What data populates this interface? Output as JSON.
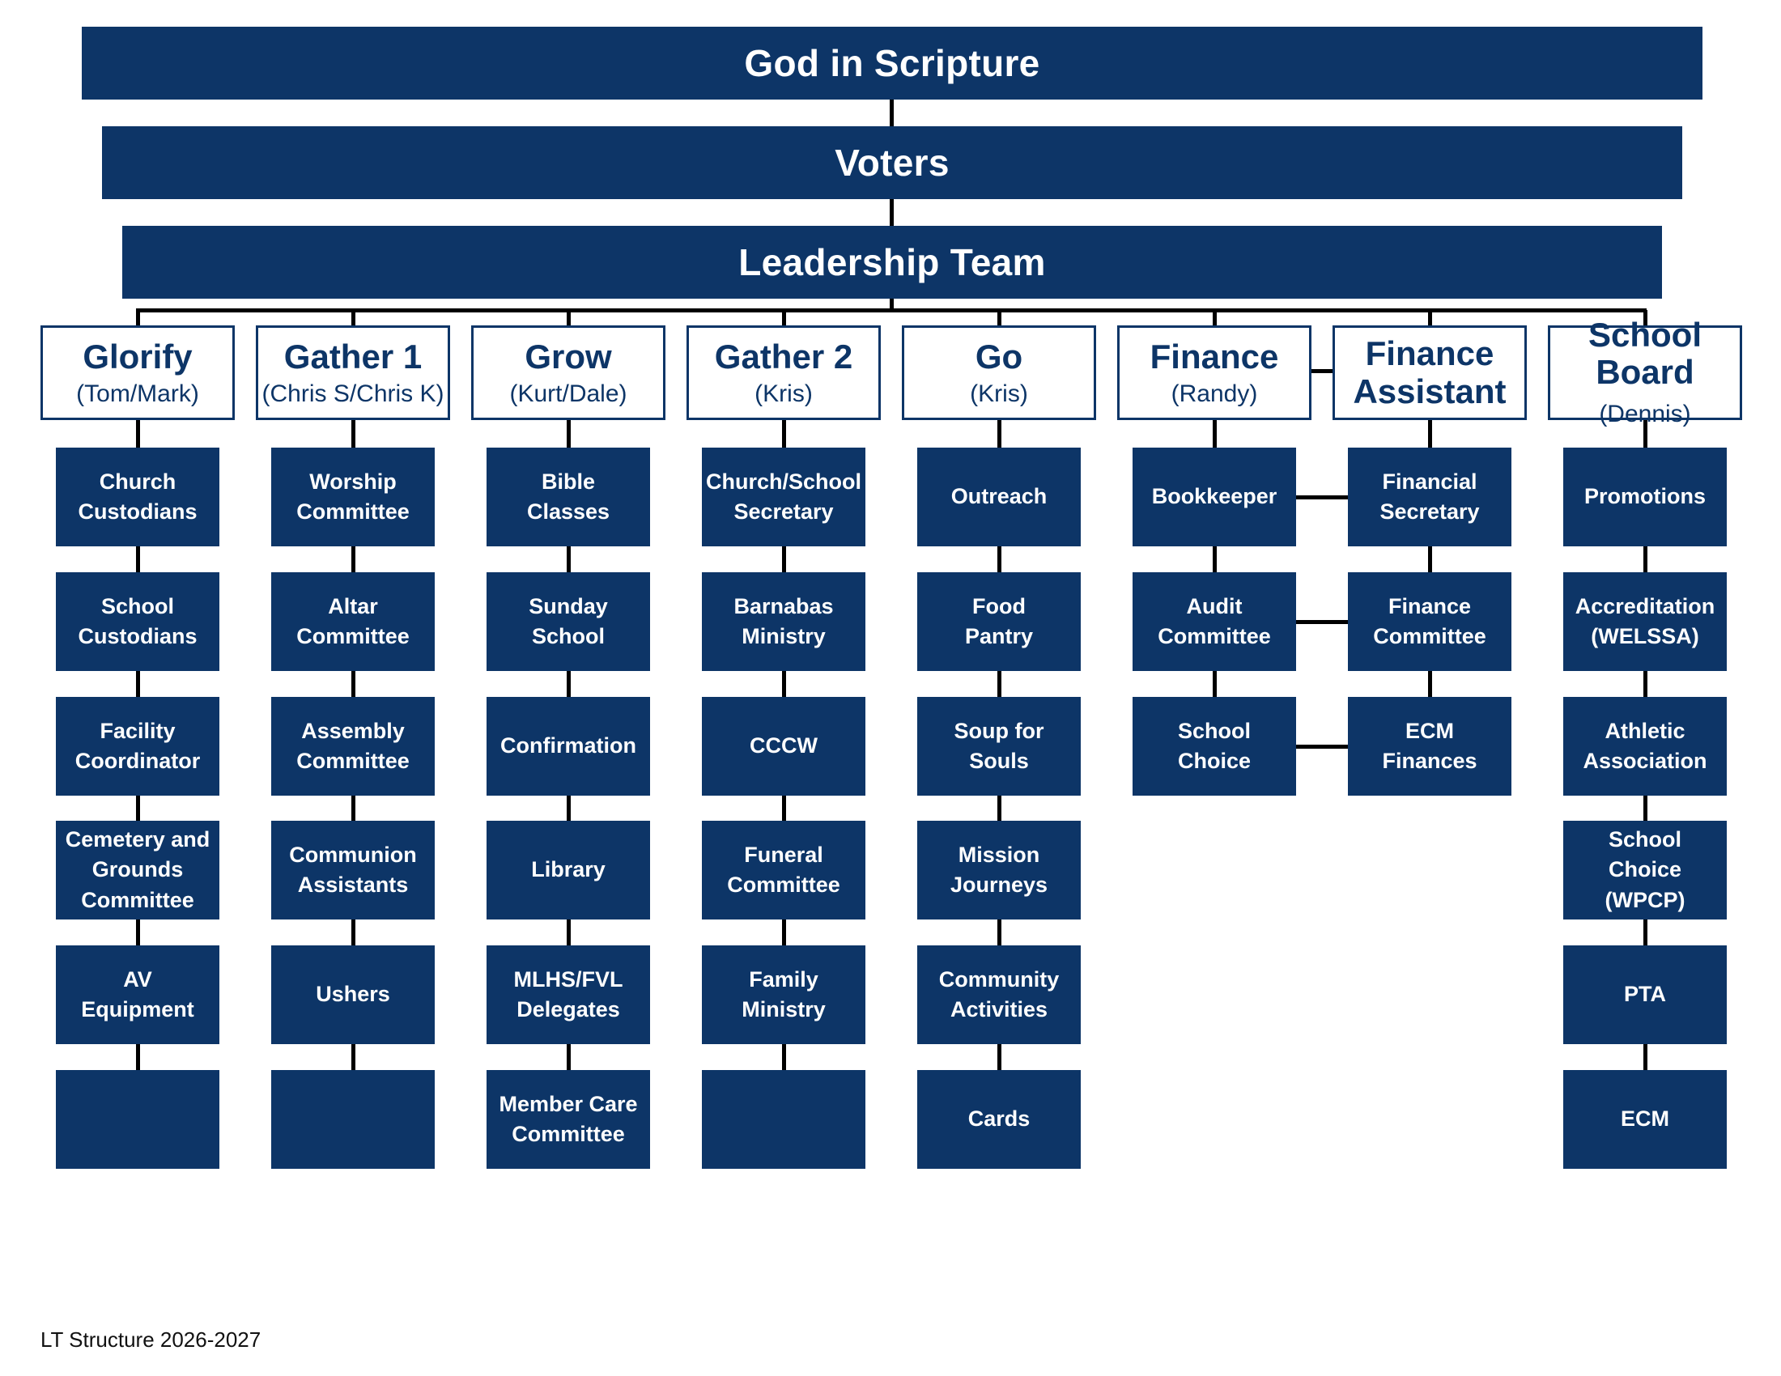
{
  "top": {
    "scripture": "God in Scripture",
    "voters": "Voters",
    "leadership": "Leadership Team"
  },
  "columns": [
    {
      "name": "Glorify",
      "lead": "(Tom/Mark)",
      "items": [
        "Church\nCustodians",
        "School\nCustodians",
        "Facility\nCoordinator",
        "Cemetery and\nGrounds\nCommittee",
        "AV\nEquipment",
        ""
      ]
    },
    {
      "name": "Gather 1",
      "lead": "(Chris S/Chris K)",
      "items": [
        "Worship\nCommittee",
        "Altar\nCommittee",
        "Assembly\nCommittee",
        "Communion\nAssistants",
        "Ushers",
        ""
      ]
    },
    {
      "name": "Grow",
      "lead": "(Kurt/Dale)",
      "items": [
        "Bible\nClasses",
        "Sunday\nSchool",
        "Confirmation",
        "Library",
        "MLHS/FVL\nDelegates",
        "Member Care\nCommittee"
      ]
    },
    {
      "name": "Gather 2",
      "lead": "(Kris)",
      "items": [
        "Church/School\nSecretary",
        "Barnabas\nMinistry",
        "CCCW",
        "Funeral\nCommittee",
        "Family\nMinistry",
        ""
      ]
    },
    {
      "name": "Go",
      "lead": "(Kris)",
      "items": [
        "Outreach",
        "Food\nPantry",
        "Soup for Souls",
        "Mission\nJourneys",
        "Community\nActivities",
        "Cards"
      ]
    },
    {
      "name": "Finance",
      "lead": "(Randy)",
      "items": [
        "Bookkeeper",
        "Audit\nCommittee",
        "School\nChoice"
      ]
    },
    {
      "name": "Finance",
      "name2": "Assistant",
      "lead": "",
      "items": [
        "Financial\nSecretary",
        "Finance\nCommittee",
        "ECM\nFinances"
      ]
    },
    {
      "name": "School",
      "name2": "Board",
      "lead": "(Dennis)",
      "items": [
        "Promotions",
        "Accreditation\n(WELSSA)",
        "Athletic\nAssociation",
        "School\nChoice\n(WPCP)",
        "PTA",
        "ECM"
      ]
    }
  ],
  "footer": "LT Structure 2026-2027",
  "colors": {
    "navy": "#0d3567",
    "connector": "#000000"
  }
}
